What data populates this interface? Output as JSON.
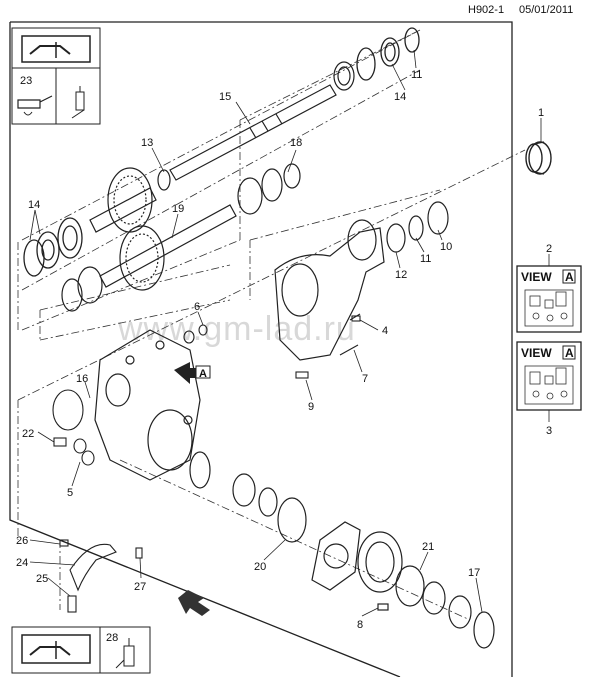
{
  "header": {
    "code": "H902-1",
    "date": "05/01/2011"
  },
  "watermark": "www.gm-lad.ru",
  "callouts": [
    {
      "id": "c-23",
      "text": "23"
    },
    {
      "id": "c-15",
      "text": "15"
    },
    {
      "id": "c-14a",
      "text": "14"
    },
    {
      "id": "c-11a",
      "text": "11"
    },
    {
      "id": "c-13",
      "text": "13"
    },
    {
      "id": "c-18",
      "text": "18"
    },
    {
      "id": "c-1",
      "text": "1"
    },
    {
      "id": "c-14b",
      "text": "14"
    },
    {
      "id": "c-19",
      "text": "19"
    },
    {
      "id": "c-10",
      "text": "10"
    },
    {
      "id": "c-11b",
      "text": "11"
    },
    {
      "id": "c-12",
      "text": "12"
    },
    {
      "id": "c-2",
      "text": "2"
    },
    {
      "id": "c-6",
      "text": "6"
    },
    {
      "id": "c-4",
      "text": "4"
    },
    {
      "id": "c-7",
      "text": "7"
    },
    {
      "id": "c-16",
      "text": "16"
    },
    {
      "id": "c-9",
      "text": "9"
    },
    {
      "id": "c-22",
      "text": "22"
    },
    {
      "id": "c-3",
      "text": "3"
    },
    {
      "id": "c-5",
      "text": "5"
    },
    {
      "id": "c-26",
      "text": "26"
    },
    {
      "id": "c-24",
      "text": "24"
    },
    {
      "id": "c-25",
      "text": "25"
    },
    {
      "id": "c-27",
      "text": "27"
    },
    {
      "id": "c-20",
      "text": "20"
    },
    {
      "id": "c-21",
      "text": "21"
    },
    {
      "id": "c-17",
      "text": "17"
    },
    {
      "id": "c-8",
      "text": "8"
    },
    {
      "id": "c-28",
      "text": "28"
    }
  ],
  "view_boxes": [
    {
      "title": "VIEW",
      "letter": "A"
    },
    {
      "title": "VIEW",
      "letter": "A"
    }
  ],
  "arrow_letters": [
    {
      "letter": "A"
    }
  ],
  "icons": [
    "book-wrench-icon",
    "oil-can-icon",
    "grease-gun-icon",
    "sealant-tube-icon"
  ]
}
